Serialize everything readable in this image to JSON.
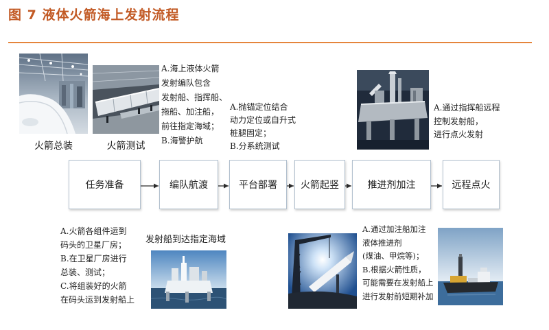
{
  "figure": {
    "title": "图 7 液体火箭海上发射流程"
  },
  "colors": {
    "title": "#c25a25",
    "rule": "#e5853c",
    "box_border": "#b2c0ce",
    "arrow": "#2b2b2b",
    "text": "#1f1f1f"
  },
  "steps": [
    {
      "label": "任务准备"
    },
    {
      "label": "编队航渡"
    },
    {
      "label": "平台部署"
    },
    {
      "label": "火箭起竖"
    },
    {
      "label": "推进剂加注"
    },
    {
      "label": "远程点火"
    }
  ],
  "captions": {
    "assembly": "火箭总装",
    "testing": "火箭测试",
    "arrival": "发射船到达指定海域"
  },
  "notes": {
    "formation": [
      "A.海上液体火箭",
      "发射编队包含",
      "发射船、指挥船、",
      "拖船、加注船，",
      "前往指定海域；",
      "B.海警护航"
    ],
    "deployment": [
      "A.抛锚定位结合",
      "动力定位或自升式",
      "桩腿固定；",
      "B.分系统测试"
    ],
    "ignition": [
      "A.通过指挥船远程",
      "控制发射船，",
      "进行点火发射"
    ],
    "preparation": [
      "A.火箭各组件运到",
      "码头的卫星厂房；",
      "B.在卫星厂房进行",
      "总装、测试；",
      "C.将组装好的火箭",
      "在码头运到发射船上"
    ],
    "fueling": [
      "A.通过加注船加注",
      "液体推进剂",
      "(煤油、甲烷等)；",
      "B.根据火箭性质，",
      "可能需要在发射船上",
      "进行发射前短期补加"
    ]
  }
}
